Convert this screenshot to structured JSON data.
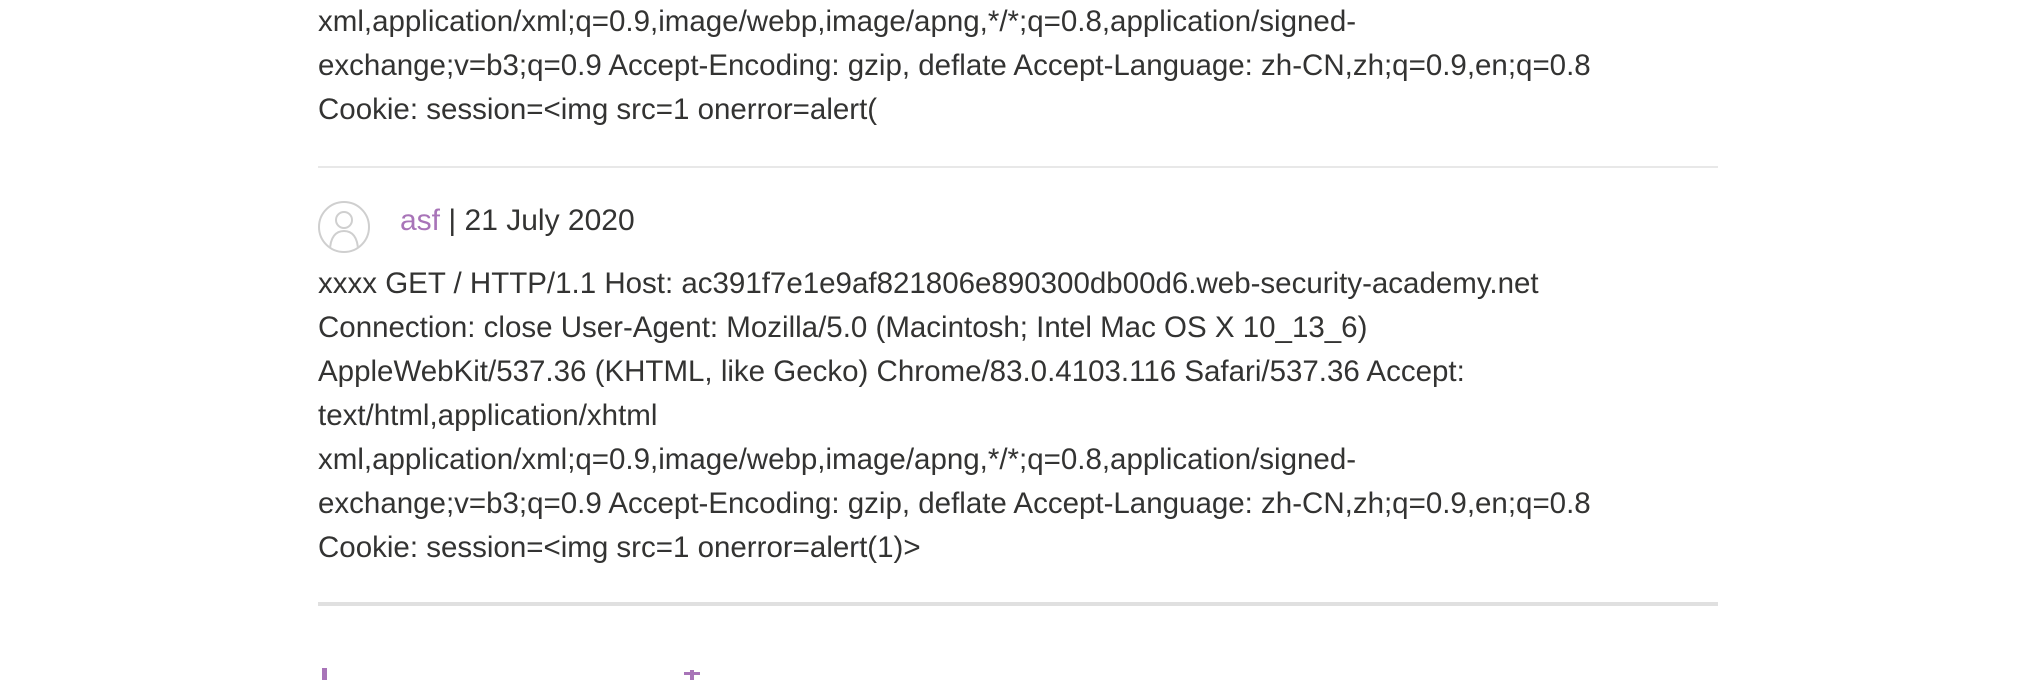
{
  "previous_comment": {
    "lines": [
      "xml,application/xml;q=0.9,image/webp,image/apng,*/*;q=0.8,application/signed-",
      "exchange;v=b3;q=0.9 Accept-Encoding: gzip, deflate Accept-Language: zh-CN,zh;q=0.9,en;q=0.8",
      "Cookie: session=<img src=1 onerror=alert("
    ]
  },
  "comment": {
    "author": "asf",
    "separator": "|",
    "date": "21 July 2020",
    "avatar_icon": "user-avatar-icon",
    "lines": [
      "xxxx GET / HTTP/1.1 Host: ac391f7e1e9af821806e890300db00d6.web-security-academy.net",
      "Connection: close User-Agent: Mozilla/5.0 (Macintosh; Intel Mac OS X 10_13_6)",
      "AppleWebKit/537.36 (KHTML, like Gecko) Chrome/83.0.4103.116 Safari/537.36 Accept:",
      "text/html,application/xhtml",
      "xml,application/xml;q=0.9,image/webp,image/apng,*/*;q=0.8,application/signed-",
      "exchange;v=b3;q=0.9 Accept-Encoding: gzip, deflate Accept-Language: zh-CN,zh;q=0.9,en;q=0.8",
      "Cookie: session=<img src=1 onerror=alert(1)>"
    ]
  },
  "colors": {
    "accent": "#a874b8",
    "text": "#333332",
    "divider": "#e8e8e8"
  }
}
